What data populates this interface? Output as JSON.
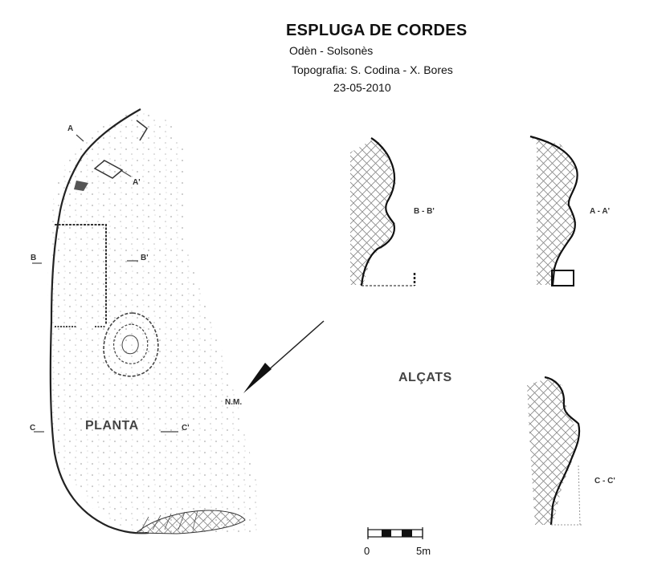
{
  "header": {
    "title": "ESPLUGA DE CORDES",
    "location": "Odèn - Solsonès",
    "topography": "Topografia: S. Codina - X. Bores",
    "date": "23-05-2010"
  },
  "plan": {
    "label": "PLANTA",
    "section_marks": [
      "A",
      "A'",
      "B",
      "B'",
      "C",
      "C'"
    ]
  },
  "elevations": {
    "label": "ALÇATS",
    "sections": [
      "B - B'",
      "A - A'",
      "C - C'"
    ]
  },
  "north_arrow": {
    "label": "N.M."
  },
  "scale_bar": {
    "start": "0",
    "end": "5m"
  }
}
